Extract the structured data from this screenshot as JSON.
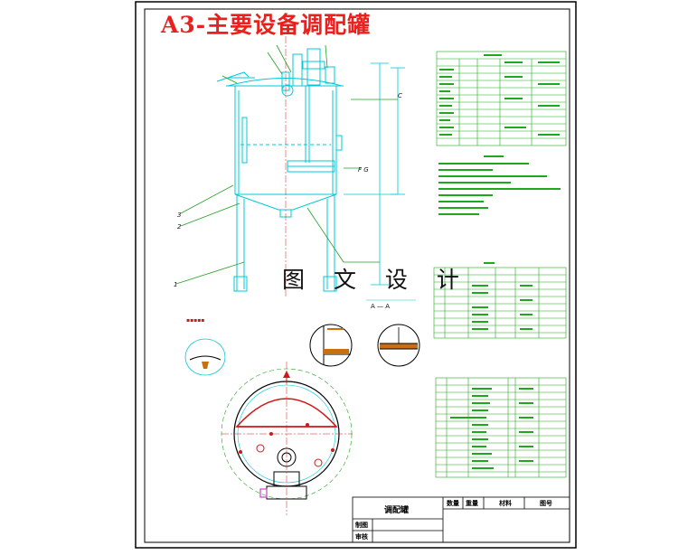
{
  "drawing": {
    "title_banner": "A3-主要设备调配罐",
    "watermark": "图 文 设 计",
    "section_label": "A — A",
    "title_block": {
      "name": "调配罐",
      "col_headers": [
        "数量",
        "重量",
        "材料",
        "图号"
      ],
      "row_labels": [
        "制图",
        "审核"
      ]
    }
  },
  "colors": {
    "border": "#000000",
    "vessel_lines": "#00c8d8",
    "tables_green": "#1ea81e",
    "leader_green": "#22a022",
    "title_red": "#e8201e",
    "agitator_red": "#d01818",
    "flange_magenta": "#cc44cc",
    "hatch_orange": "#c87010"
  },
  "icons": [
    "manhole-cover-icon",
    "agitator-motor-icon",
    "section-cut-icon"
  ]
}
